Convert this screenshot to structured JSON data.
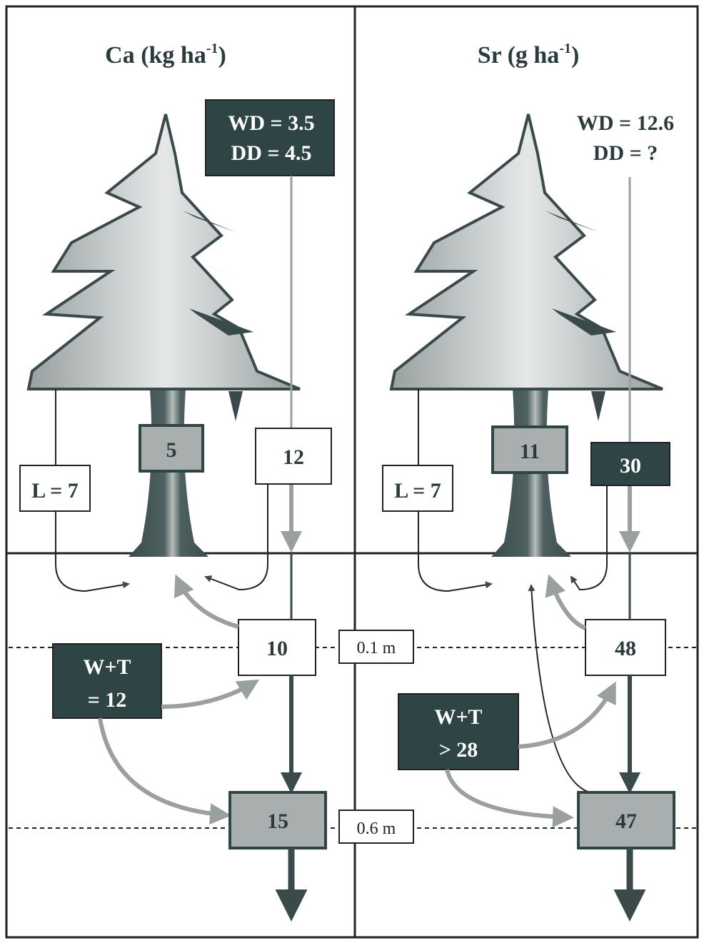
{
  "panels": {
    "ca": {
      "title_main": "Ca (kg ha",
      "title_sup": "-1",
      "title_close": ")",
      "wd_line": "WD = 3.5",
      "dd_line": "DD = 4.5",
      "litter": "L = 7",
      "stem": "5",
      "throughfall": "12",
      "upper_pool": "10",
      "weathering_line1": "W+T",
      "weathering_line2": "= 12",
      "lower_pool": "15"
    },
    "sr": {
      "title_main": "Sr (g ha",
      "title_sup": "-1",
      "title_close": ")",
      "wd_line": "WD = 12.6",
      "dd_line": "DD = ?",
      "litter": "L = 7",
      "stem": "11",
      "throughfall": "30",
      "upper_pool": "48",
      "weathering_line1": "W+T",
      "weathering_line2": "> 28",
      "lower_pool": "47"
    }
  },
  "depths": {
    "shallow": "0.1 m",
    "deep": "0.6 m"
  },
  "colors": {
    "dark_box": "#2f4444",
    "gray_box": "#a9aeae",
    "white_box": "#ffffff",
    "tree_foliage": "#a8aeae",
    "tree_trunk": "#3f5050",
    "arrow_dark": "#3a4a4a",
    "arrow_gray": "#9aa0a0",
    "frame": "#222222"
  }
}
